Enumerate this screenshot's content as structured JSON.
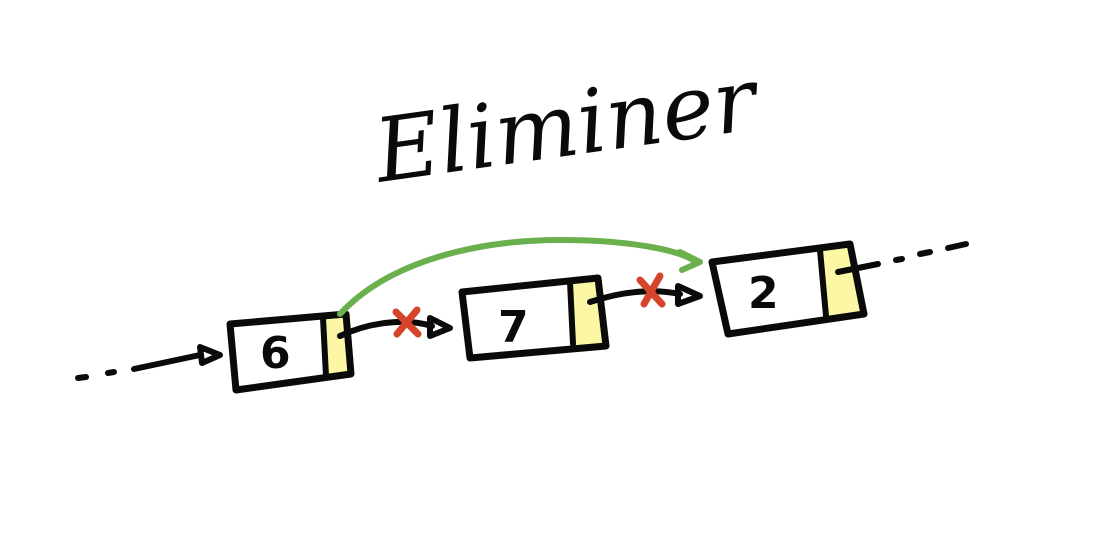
{
  "title": "Eliminer",
  "nodes": [
    {
      "value": "6"
    },
    {
      "value": "7"
    },
    {
      "value": "2"
    }
  ],
  "colors": {
    "ink": "#0a0a0a",
    "pointer_highlight": "#fbf7a4",
    "removed_link": "#d6442c",
    "new_link": "#6ab04c",
    "background": "#ffffff"
  }
}
